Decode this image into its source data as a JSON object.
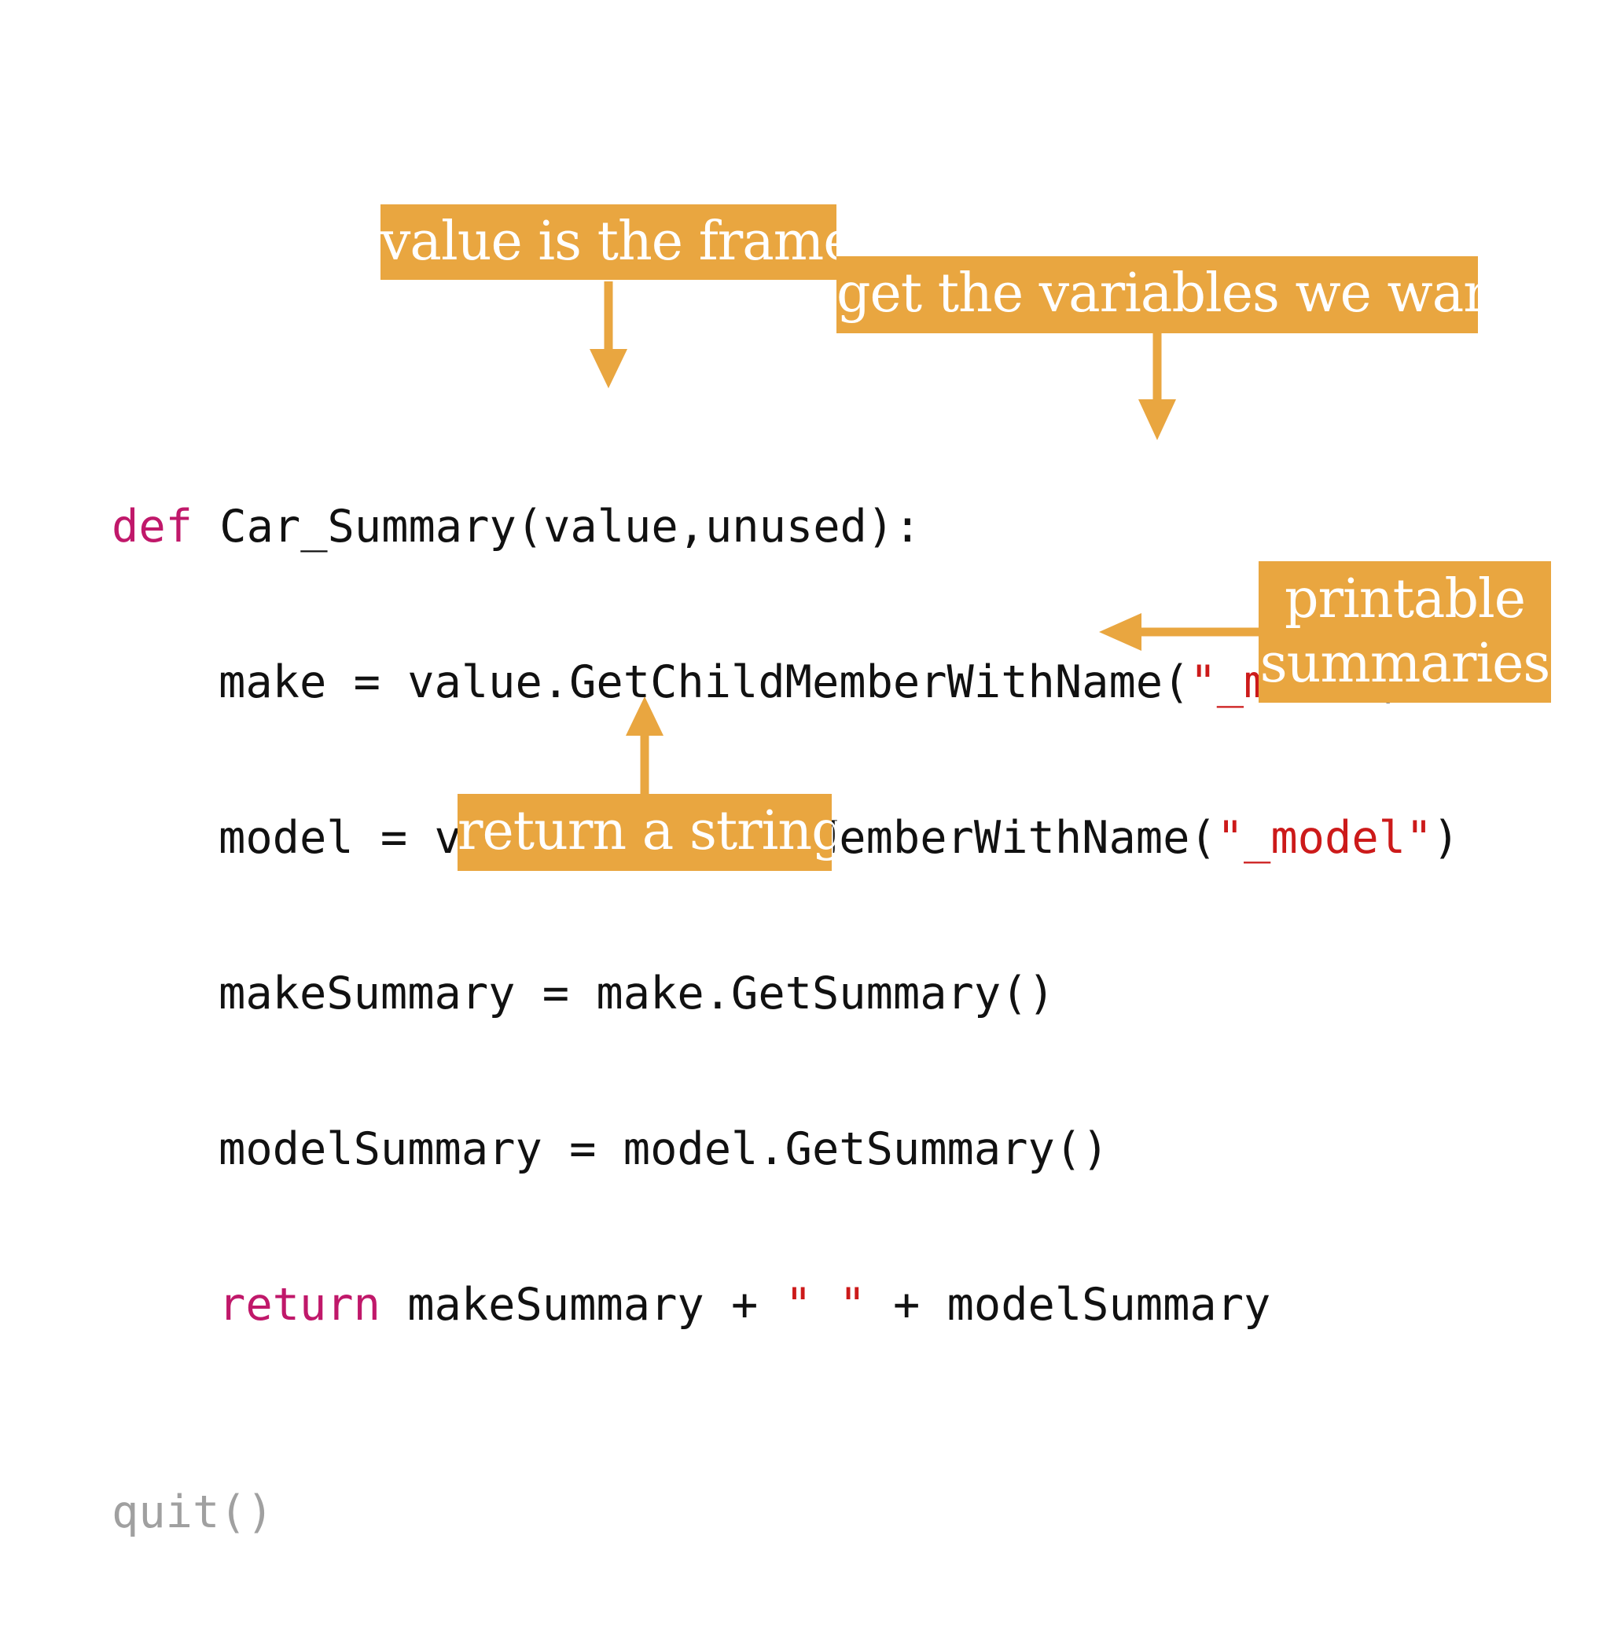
{
  "code": {
    "line1": {
      "kw": "def",
      "rest": " Car_Summary(value,unused):"
    },
    "line2": {
      "pre": "make = value.GetChildMemberWithName(",
      "str": "\"_make\"",
      "post": ")"
    },
    "line3": {
      "pre": "model = value.GetChildMemberWithName(",
      "str": "\"_model\"",
      "post": ")"
    },
    "line4": {
      "text": "makeSummary = make.GetSummary()"
    },
    "line5": {
      "text": "modelSummary = model.GetSummary()"
    },
    "line6": {
      "kw": "return",
      "mid": " makeSummary + ",
      "str": "\" \"",
      "post": " + modelSummary"
    },
    "quit": "quit()"
  },
  "callouts": {
    "frame": "value is the frame",
    "vars": "get the variables we want",
    "summaries_line1": "printable",
    "summaries_line2": "summaries",
    "return": "return a string"
  },
  "colors": {
    "callout_bg": "#e9a640",
    "keyword": "#c0186a",
    "string": "#cc1a1a",
    "muted": "#a0a0a0"
  }
}
